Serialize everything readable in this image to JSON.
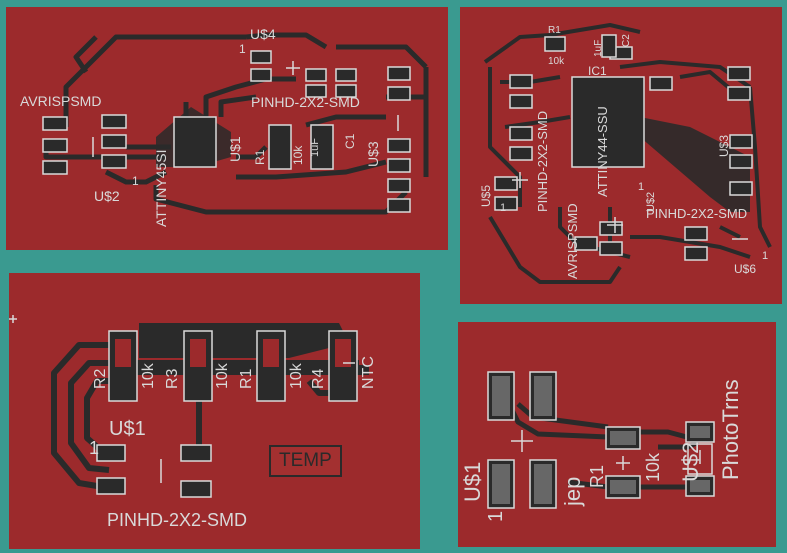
{
  "boards": {
    "b1": {
      "part_names": {
        "sw_header": "U$4",
        "isp": "AVRISPSMD",
        "mcu": "ATTINY45SI",
        "mcu2": "U$1",
        "header": "PINHD-2X2-SMD",
        "isp_id": "U$2",
        "hdr_id": "U$3"
      },
      "passives": {
        "r": "R1",
        "r_val": "10k",
        "c": "C1",
        "c_val": "1uF"
      },
      "pins": {
        "p1": "1",
        "p2": "1",
        "p3": "1"
      }
    },
    "b2": {
      "part_names": {
        "mcu": "ATTINY44-SSU",
        "mcu_id": "IC1",
        "hdr_a": "PINHD-2X2-SMD",
        "hdr_b": "PINHD-2X2-SMD",
        "isp": "AVRISPSMD",
        "u5": "U$5",
        "u6": "U$6",
        "u3": "U$3",
        "u2": "U$2"
      },
      "passives": {
        "r": "R1",
        "r_val": "10k",
        "c": "C2",
        "c_val": "1uF"
      },
      "pins": {
        "p1": "1",
        "p2": "1",
        "p3": "1",
        "p4": "1"
      }
    },
    "b3": {
      "resistors": [
        {
          "name": "R2",
          "value": "10k"
        },
        {
          "name": "R3",
          "value": "10k"
        },
        {
          "name": "R1",
          "value": "10k"
        },
        {
          "name": "R4",
          "value": "NTC"
        }
      ],
      "part_id": "U$1",
      "pin": "1",
      "header": "PINHD-2X2-SMD",
      "label_box": "TEMP"
    },
    "b4": {
      "labels": {
        "photo": "PhotoTrns",
        "u2": "U$2",
        "u1": "U$1",
        "pin": "1",
        "jep": "jep",
        "r1": "R1",
        "r_val": "10k"
      }
    }
  },
  "colors": {
    "board": "#9c2a2c",
    "trace": "#2a2a2a",
    "background": "#3a9a90",
    "text": "#d9d9d9"
  }
}
